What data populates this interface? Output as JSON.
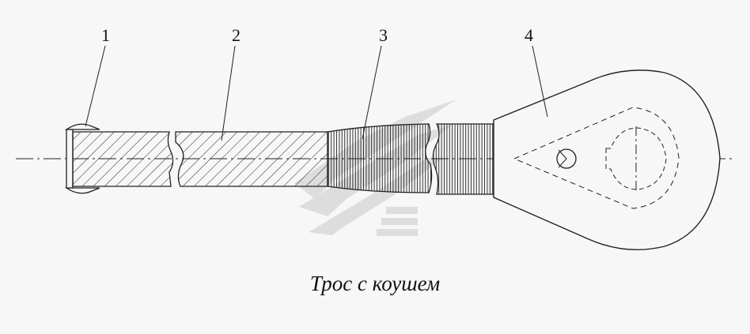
{
  "callouts": {
    "c1": "1",
    "c2": "2",
    "c3": "3",
    "c4": "4"
  },
  "caption": "Трос с коушем",
  "watermark": "logo (grey stylized emblem)"
}
